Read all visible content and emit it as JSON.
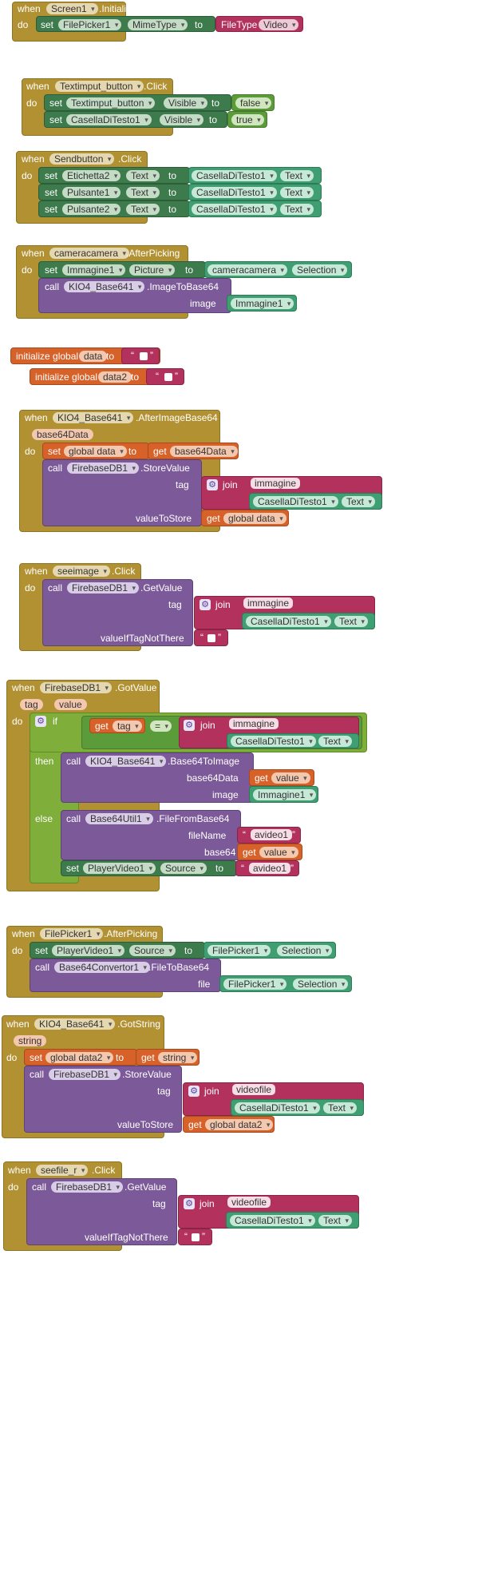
{
  "kw": {
    "when": "when",
    "do": "do",
    "set": "set",
    "to": "to",
    "call": "call",
    "get": "get",
    "if": "if",
    "then": "then",
    "else": "else",
    "join": "join",
    "init": "initialize global",
    "eq": "=",
    "open_quote": "“",
    "close_quote": "”"
  },
  "s1": {
    "comp": "Screen1",
    "event": ".Initialize",
    "target": "FilePicker1",
    "prop": "MimeType",
    "ftype": "FileType",
    "fval": "Video"
  },
  "s2": {
    "comp": "Textimput_button",
    "event": ".Click",
    "r1comp": "Textimput_button",
    "r1prop": "Visible",
    "r1val": "false",
    "r2comp": "CasellaDiTesto1",
    "r2prop": "Visible",
    "r2val": "true"
  },
  "s3": {
    "comp": "Sendbutton",
    "event": ".Click",
    "rows": [
      {
        "c": "Etichetta2",
        "p": "Text",
        "vc": "CasellaDiTesto1",
        "vp": "Text"
      },
      {
        "c": "Pulsante1",
        "p": "Text",
        "vc": "CasellaDiTesto1",
        "vp": "Text"
      },
      {
        "c": "Pulsante2",
        "p": "Text",
        "vc": "CasellaDiTesto1",
        "vp": "Text"
      }
    ]
  },
  "s4": {
    "comp": "cameracamera",
    "event": ".AfterPicking",
    "setc": "Immagine1",
    "setp": "Picture",
    "vc": "cameracamera",
    "vp": "Selection",
    "callc": "KIO4_Base641",
    "method": ".ImageToBase64",
    "arg": "image",
    "argv": "Immagine1"
  },
  "g1": {
    "name": "data"
  },
  "g2": {
    "name": "data2"
  },
  "s5": {
    "comp": "KIO4_Base641",
    "event": ".AfterImageBase64",
    "param": "base64Data",
    "setv": "global data",
    "getv": "base64Data",
    "callc": "FirebaseDB1",
    "method": ".StoreValue",
    "tag": "tag",
    "str": "immagine",
    "jc": "CasellaDiTesto1",
    "jp": "Text",
    "vts": "valueToStore",
    "getg": "global data"
  },
  "s6": {
    "comp": "seeimage",
    "event": ".Click",
    "callc": "FirebaseDB1",
    "method": ".GetValue",
    "tag": "tag",
    "str": "immagine",
    "jc": "CasellaDiTesto1",
    "jp": "Text",
    "vit": "valueIfTagNotThere"
  },
  "s7": {
    "comp": "FirebaseDB1",
    "event": ".GotValue",
    "p1": "tag",
    "p2": "value",
    "gettag": "tag",
    "str": "immagine",
    "jc": "CasellaDiTesto1",
    "jp": "Text",
    "c1": "KIO4_Base641",
    "m1": ".Base64ToImage",
    "a1": "base64Data",
    "a1v": "value",
    "a2": "image",
    "a2v": "Immagine1",
    "c2": "Base64Util1",
    "m2": ".FileFromBase64",
    "a3": "fileName",
    "a3v": "avideo1",
    "a4": "base64",
    "a4v": "value",
    "setc": "PlayerVideo1",
    "setp": "Source",
    "setv": "avideo1"
  },
  "s8": {
    "comp": "FilePicker1",
    "event": ".AfterPicking",
    "setc": "PlayerVideo1",
    "setp": "Source",
    "vc": "FilePicker1",
    "vp": "Selection",
    "callc": "Base64Convertor1",
    "method": ".FileToBase64",
    "arg": "file",
    "argc": "FilePicker1",
    "argp": "Selection"
  },
  "s9": {
    "comp": "KIO4_Base641",
    "event": ".GotString",
    "param": "string",
    "setv": "global data2",
    "getv": "string",
    "callc": "FirebaseDB1",
    "method": ".StoreValue",
    "tag": "tag",
    "str": "videofile",
    "jc": "CasellaDiTesto1",
    "jp": "Text",
    "vts": "valueToStore",
    "getg": "global data2"
  },
  "s10": {
    "comp": "seefile_r",
    "event": ".Click",
    "callc": "FirebaseDB1",
    "method": ".GetValue",
    "tag": "tag",
    "str": "videofile",
    "jc": "CasellaDiTesto1",
    "jp": "Text",
    "vit": "valueIfTagNotThere"
  }
}
